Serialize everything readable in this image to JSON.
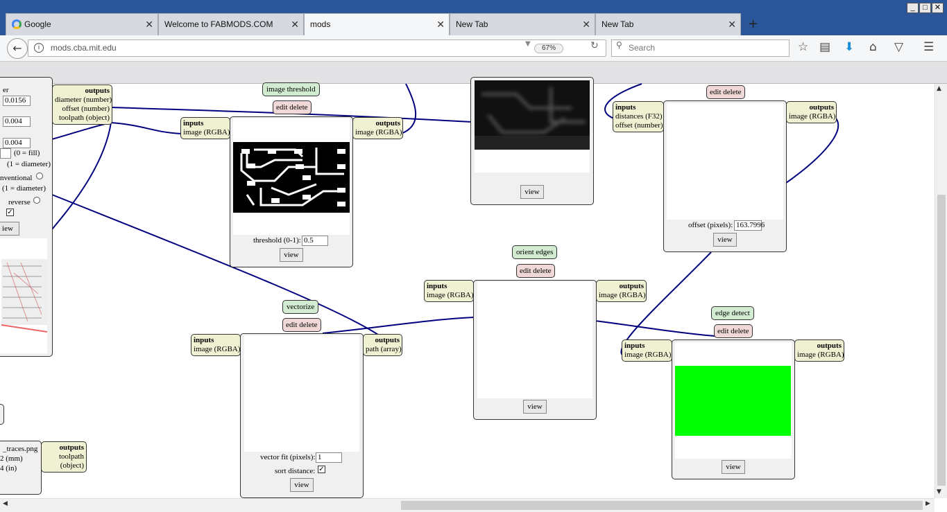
{
  "browser": {
    "tabs": [
      {
        "label": "Google",
        "active": false
      },
      {
        "label": "Welcome to FABMODS.COM",
        "active": false
      },
      {
        "label": "mods",
        "active": true
      },
      {
        "label": "New Tab",
        "active": false
      },
      {
        "label": "New Tab",
        "active": false
      }
    ],
    "new_tab": "+",
    "url": "mods.cba.mit.edu",
    "zoom": "67%",
    "search_placeholder": "Search",
    "window_buttons": [
      "_",
      "□",
      "✕"
    ]
  },
  "modules": {
    "left": {
      "outputs": "outputs",
      "out1": "diameter (number)",
      "out2": "offset (number)",
      "out3": "toolpath (object)",
      "v1": "0.0156",
      "v2": "0.004",
      "v3": "0.004",
      "l0": "er",
      "l_fill": "(0 = fill)",
      "l_diam1": "(1 = diameter)",
      "l_conv": "nventional",
      "l_diam2": "(1 = diameter)",
      "l_rev": "reverse",
      "view": "iew"
    },
    "read": {
      "name": "_traces.png",
      "mm": "2 (mm)",
      "in": "4 (in)",
      "outputs": "outputs",
      "out1": "toolpath",
      "out2": "(object)"
    },
    "threshold": {
      "title": "image threshold",
      "edit": "edit delete",
      "inputs": "inputs",
      "in1": "image (RGBA)",
      "outputs": "outputs",
      "out1": "image (RGBA)",
      "param": "threshold (0-1):",
      "value": "0.5",
      "view": "view"
    },
    "distance": {
      "view": "view"
    },
    "offset": {
      "edit": "edit delete",
      "inputs": "inputs",
      "in1": "distances (F32)",
      "in2": "offset (number)",
      "outputs": "outputs",
      "out1": "image (RGBA)",
      "param": "offset (pixels):",
      "value": "163.7996",
      "view": "view"
    },
    "orient": {
      "title": "orient edges",
      "edit": "edit delete",
      "inputs": "inputs",
      "in1": "image (RGBA)",
      "outputs": "outputs",
      "out1": "image (RGBA)",
      "view": "view"
    },
    "vectorize": {
      "title": "vectorize",
      "edit": "edit delete",
      "inputs": "inputs",
      "in1": "image (RGBA)",
      "outputs": "outputs",
      "out1": "path (array)",
      "param1": "vector fit (pixels):",
      "value1": "1",
      "param2": "sort distance:",
      "view": "view"
    },
    "edge": {
      "title": "edge detect",
      "edit": "edit delete",
      "inputs": "inputs",
      "in1": "image (RGBA)",
      "outputs": "outputs",
      "out1": "image (RGBA)",
      "view": "view"
    }
  },
  "colors": {
    "wire": "#00007f",
    "edge_image": "#00ff00",
    "chrome": "#2b579a"
  }
}
